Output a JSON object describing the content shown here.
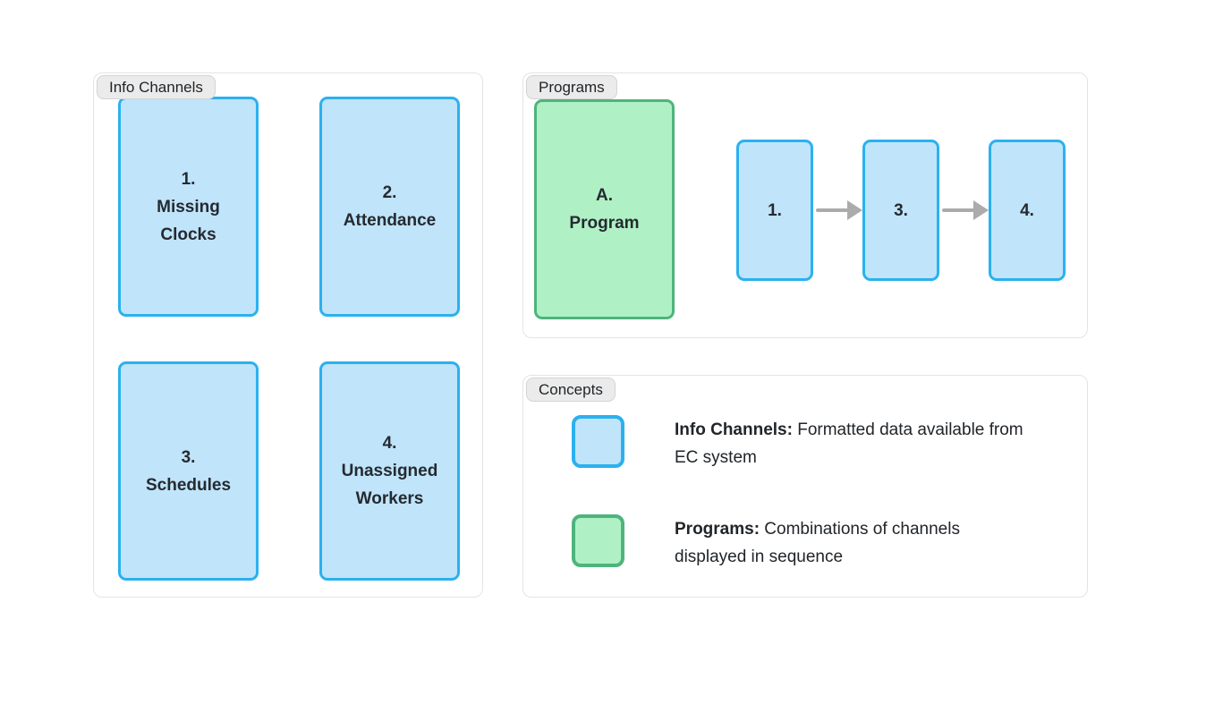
{
  "colors": {
    "channel_fill": "#c0e4fa",
    "channel_border": "#2bb1ee",
    "program_fill": "#aff1c5",
    "program_border": "#4eb47c",
    "arrow": "#ababab",
    "panel_border": "#e4e4e6",
    "tag_background": "#ebebeb",
    "text": "#212529"
  },
  "panels": {
    "info_channels": {
      "tag": "Info Channels",
      "boxes": [
        {
          "number": "1.",
          "name": "Missing Clocks"
        },
        {
          "number": "2.",
          "name": "Attendance"
        },
        {
          "number": "3.",
          "name": "Schedules"
        },
        {
          "number": "4.",
          "name": "Unassigned Workers"
        }
      ]
    },
    "programs": {
      "tag": "Programs",
      "program_box": {
        "number": "A.",
        "name": "Program"
      },
      "sequence": [
        "1.",
        "3.",
        "4."
      ]
    },
    "concepts": {
      "tag": "Concepts",
      "legend": [
        {
          "term": "Info Channels:",
          "description": " Formatted data available from EC system"
        },
        {
          "term": "Programs:",
          "description": " Combinations of channels displayed in sequence"
        }
      ]
    }
  }
}
